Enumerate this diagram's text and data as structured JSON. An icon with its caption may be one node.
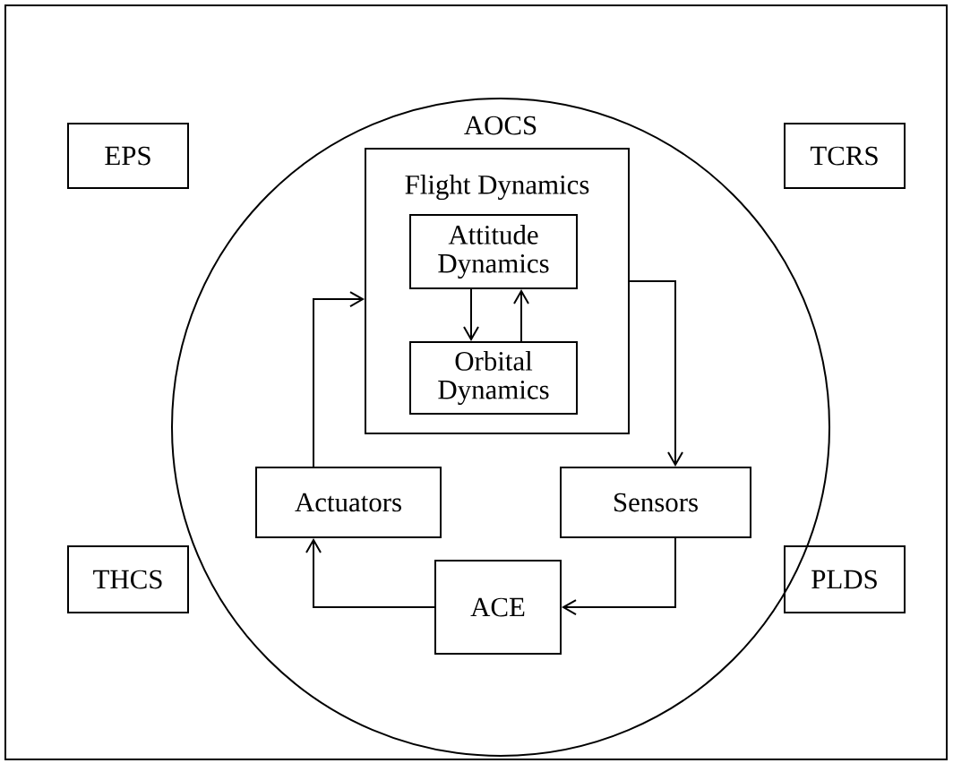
{
  "diagram": {
    "nodes": [
      {
        "text": [
          "EPS"
        ]
      },
      {
        "text": [
          "AOCS"
        ]
      },
      {
        "text": [
          "TCRS"
        ]
      },
      {
        "text": [
          "Flight Dynamics"
        ],
        "in": 1
      },
      {
        "text": [
          "Attitude Dynamics"
        ],
        "in": 3
      },
      {
        "text": [
          "Orbital Dynamics"
        ],
        "in": 3
      },
      {
        "text": [
          "Actuators"
        ],
        "in": 1
      },
      {
        "text": [
          "Sensors"
        ],
        "in": 1
      },
      {
        "text": [
          "THCS"
        ]
      },
      {
        "text": [
          "ACE"
        ],
        "in": 1
      },
      {
        "text": [
          "PLDS"
        ]
      }
    ],
    "edges": [
      {
        "from": 4,
        "to": 5,
        "arrow": "to"
      },
      {
        "from": 5,
        "to": 4,
        "arrow": "to"
      },
      {
        "from": 3,
        "to": 7,
        "arrow": "to"
      },
      {
        "from": 7,
        "to": 9,
        "arrow": "to"
      },
      {
        "from": 9,
        "to": 6,
        "arrow": "to"
      },
      {
        "from": 6,
        "to": 3,
        "arrow": "to"
      }
    ]
  }
}
